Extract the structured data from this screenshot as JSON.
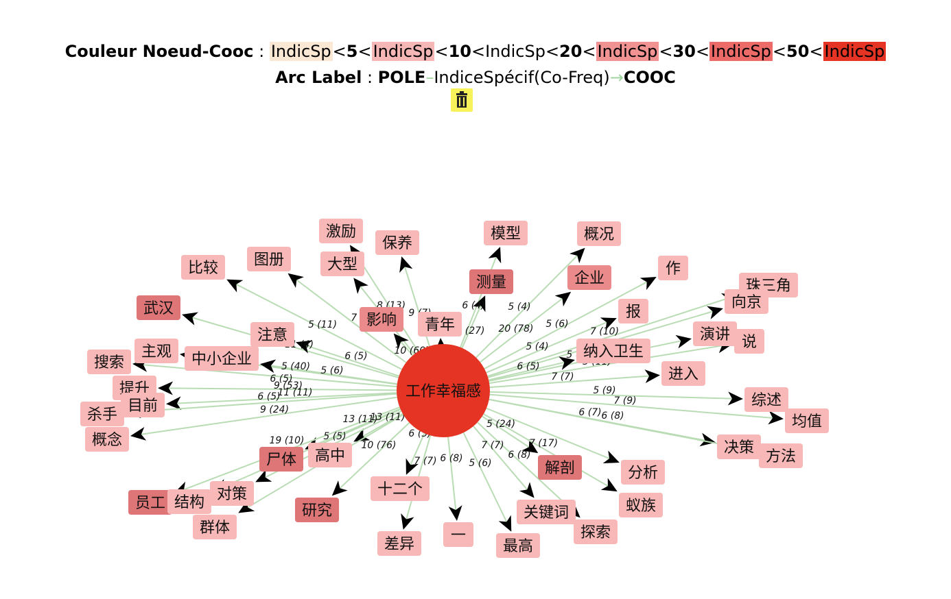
{
  "legend": {
    "title": "Couleur Noeud-Cooc",
    "sep": " : ",
    "tokens": [
      {
        "text": "IndicSp",
        "bg": "#fbe8d4"
      },
      {
        "text": "<",
        "bg": ""
      },
      {
        "text": "5",
        "bg": "",
        "bold": true
      },
      {
        "text": "<",
        "bg": ""
      },
      {
        "text": "IndicSp",
        "bg": "#f5b6b6"
      },
      {
        "text": "<",
        "bg": ""
      },
      {
        "text": "10",
        "bg": "",
        "bold": true
      },
      {
        "text": "<",
        "bg": ""
      },
      {
        "text": "IndicSp",
        "bg": ""
      },
      {
        "text": "<",
        "bg": ""
      },
      {
        "text": "20",
        "bg": "",
        "bold": true
      },
      {
        "text": "<",
        "bg": ""
      },
      {
        "text": "IndicSp",
        "bg": "#f29393"
      },
      {
        "text": "<",
        "bg": ""
      },
      {
        "text": "30",
        "bg": "",
        "bold": true
      },
      {
        "text": "<",
        "bg": ""
      },
      {
        "text": "IndicSp",
        "bg": "#ec6a68"
      },
      {
        "text": "<",
        "bg": ""
      },
      {
        "text": "50",
        "bg": "",
        "bold": true
      },
      {
        "text": "<",
        "bg": ""
      },
      {
        "text": "IndicSp",
        "bg": "#e53423"
      }
    ]
  },
  "arc_label": {
    "title": "Arc Label",
    "sep": " : ",
    "pole": "POLE",
    "dash": "–",
    "mid": "IndiceSpécif(Co-Freq)",
    "arrow": "→",
    "cooc": "COOC"
  },
  "trash_icon": "trash-icon",
  "colors": {
    "edge": "#b9dcb4",
    "center": "#e53423",
    "node_light": "#f7b8b7",
    "node_mid": "#eb8a8a",
    "node_dark": "#de7577"
  },
  "graph": {
    "center": {
      "label": "工作幸福感"
    },
    "nodes": [
      {
        "label": "激励",
        "shade": "light"
      },
      {
        "label": "保养",
        "shade": "light"
      },
      {
        "label": "模型",
        "shade": "light"
      },
      {
        "label": "概况",
        "shade": "light"
      },
      {
        "label": "图册",
        "shade": "light"
      },
      {
        "label": "比较",
        "shade": "light"
      },
      {
        "label": "大型",
        "shade": "light"
      },
      {
        "label": "作",
        "shade": "light"
      },
      {
        "label": "测量",
        "shade": "dark"
      },
      {
        "label": "企业",
        "shade": "mid"
      },
      {
        "label": "珠三角",
        "shade": "light"
      },
      {
        "label": "武汉",
        "shade": "dark"
      },
      {
        "label": "影响",
        "shade": "mid"
      },
      {
        "label": "青年",
        "shade": "light"
      },
      {
        "label": "报",
        "shade": "light"
      },
      {
        "label": "向京",
        "shade": "light"
      },
      {
        "label": "注意",
        "shade": "light"
      },
      {
        "label": "演讲",
        "shade": "light"
      },
      {
        "label": "说",
        "shade": "light"
      },
      {
        "label": "主观",
        "shade": "light"
      },
      {
        "label": "中小企业",
        "shade": "light"
      },
      {
        "label": "纳入卫生",
        "shade": "light"
      },
      {
        "label": "搜索",
        "shade": "light"
      },
      {
        "label": "进入",
        "shade": "light"
      },
      {
        "label": "提升",
        "shade": "light"
      },
      {
        "label": "目前",
        "shade": "light"
      },
      {
        "label": "综述",
        "shade": "light"
      },
      {
        "label": "杀手",
        "shade": "light"
      },
      {
        "label": "均值",
        "shade": "light"
      },
      {
        "label": "概念",
        "shade": "light"
      },
      {
        "label": "决策",
        "shade": "light"
      },
      {
        "label": "方法",
        "shade": "light"
      },
      {
        "label": "尸体",
        "shade": "dark"
      },
      {
        "label": "高中",
        "shade": "light"
      },
      {
        "label": "解剖",
        "shade": "dark"
      },
      {
        "label": "分析",
        "shade": "light"
      },
      {
        "label": "十二个",
        "shade": "light"
      },
      {
        "label": "员工",
        "shade": "dark"
      },
      {
        "label": "结构",
        "shade": "light"
      },
      {
        "label": "对策",
        "shade": "light"
      },
      {
        "label": "研究",
        "shade": "dark"
      },
      {
        "label": "蚁族",
        "shade": "light"
      },
      {
        "label": "关键词",
        "shade": "light"
      },
      {
        "label": "群体",
        "shade": "light"
      },
      {
        "label": "探索",
        "shade": "light"
      },
      {
        "label": "差异",
        "shade": "light"
      },
      {
        "label": "一",
        "shade": "light"
      },
      {
        "label": "最高",
        "shade": "light"
      }
    ],
    "edge_labels": [
      "8 (13)",
      "9 (7)",
      "6 (4)",
      "5 (4)",
      "7 (5)",
      "5 (11)",
      "11 (27)",
      "20 (78)",
      "5 (6)",
      "11 (4)",
      "10 (60)",
      "8 (7)",
      "7 (10)",
      "5 (4)",
      "6 (5)",
      "5 (6)",
      "5 (11)",
      "5 (40)",
      "6 (5)",
      "6 (5)",
      "7 (7)",
      "5 (4)",
      "9 (53)",
      "6 (5)",
      "11 (11)",
      "9 (24)",
      "5 (9)",
      "7 (9)",
      "6 (7)",
      "6 (8)",
      "13 (11)",
      "13 (11)",
      "5 (24)",
      "19 (10)",
      "5 (5)",
      "6 (5)",
      "10 (76)",
      "7 (17)",
      "7 (7)",
      "6 (8)",
      "6 (8)",
      "5 (6)",
      "7 (7)"
    ]
  }
}
